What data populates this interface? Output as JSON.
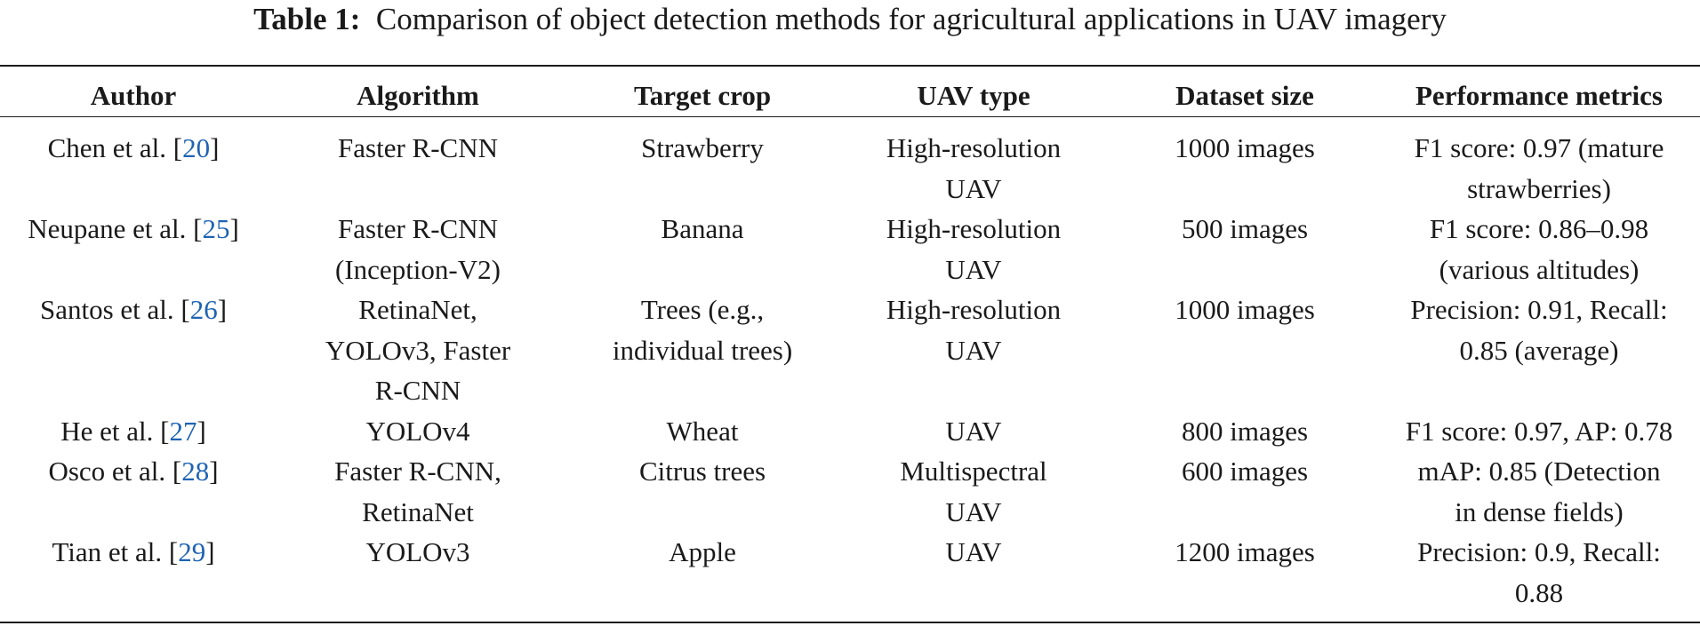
{
  "caption": {
    "label": "Table 1:",
    "text": "Comparison of object detection methods for agricultural applications in UAV imagery"
  },
  "table": {
    "headers": [
      "Author",
      "Algorithm",
      "Target crop",
      "UAV type",
      "Dataset size",
      "Performance metrics"
    ],
    "rows": [
      {
        "author": "Chen et al. [",
        "ref": "20",
        "author_end": "]",
        "algorithm": [
          "Faster R-CNN"
        ],
        "crop": [
          "Strawberry"
        ],
        "uav": [
          "High-resolution",
          "UAV"
        ],
        "dataset": [
          "1000 images"
        ],
        "metrics": [
          "F1 score: 0.97 (mature",
          "strawberries)"
        ]
      },
      {
        "author": "Neupane et al. [",
        "ref": "25",
        "author_end": "]",
        "algorithm": [
          "Faster R-CNN",
          "(Inception-V2)"
        ],
        "crop": [
          "Banana"
        ],
        "uav": [
          "High-resolution",
          "UAV"
        ],
        "dataset": [
          "500 images"
        ],
        "metrics": [
          "F1 score: 0.86–0.98",
          "(various altitudes)"
        ]
      },
      {
        "author": "Santos et al. [",
        "ref": "26",
        "author_end": "]",
        "algorithm": [
          "RetinaNet,",
          "YOLOv3, Faster",
          "R-CNN"
        ],
        "crop": [
          "Trees (e.g.,",
          "individual trees)"
        ],
        "uav": [
          "High-resolution",
          "UAV"
        ],
        "dataset": [
          "1000 images"
        ],
        "metrics": [
          "Precision: 0.91, Recall:",
          "0.85 (average)"
        ]
      },
      {
        "author": "He et al. [",
        "ref": "27",
        "author_end": "]",
        "algorithm": [
          "YOLOv4"
        ],
        "crop": [
          "Wheat"
        ],
        "uav": [
          "UAV"
        ],
        "dataset": [
          "800 images"
        ],
        "metrics": [
          "F1 score: 0.97, AP: 0.78"
        ]
      },
      {
        "author": "Osco et al. [",
        "ref": "28",
        "author_end": "]",
        "algorithm": [
          "Faster R-CNN,",
          "RetinaNet"
        ],
        "crop": [
          "Citrus trees"
        ],
        "uav": [
          "Multispectral",
          "UAV"
        ],
        "dataset": [
          "600 images"
        ],
        "metrics": [
          "mAP: 0.85 (Detection",
          "in dense fields)"
        ]
      },
      {
        "author": "Tian et al. [",
        "ref": "29",
        "author_end": "]",
        "algorithm": [
          "YOLOv3"
        ],
        "crop": [
          "Apple"
        ],
        "uav": [
          "UAV"
        ],
        "dataset": [
          "1200 images"
        ],
        "metrics": [
          "Precision: 0.9, Recall:",
          "0.88"
        ]
      }
    ]
  }
}
